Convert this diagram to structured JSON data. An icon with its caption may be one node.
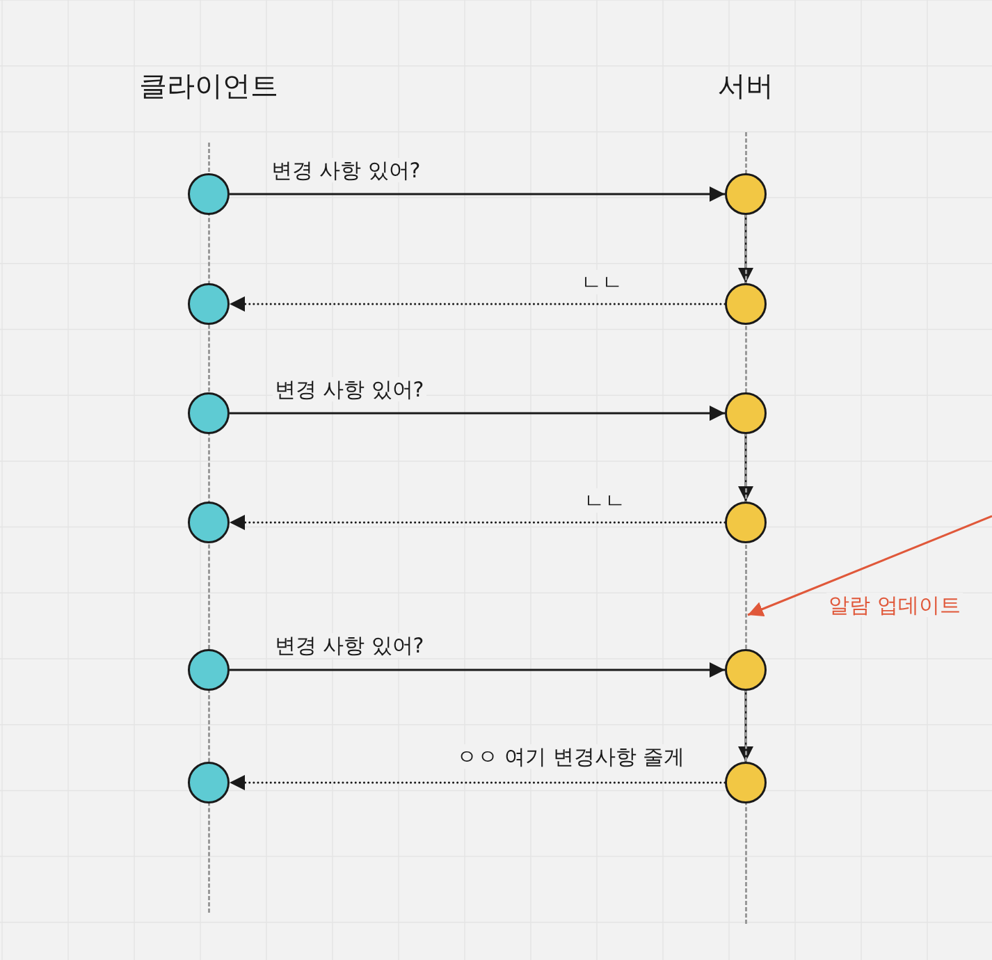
{
  "diagram": {
    "nodes": [
      {
        "text": [],
        "shape": "line"
      },
      {
        "text": [],
        "shape": "line"
      },
      {
        "text": [],
        "shape": "circle"
      },
      {
        "text": [],
        "shape": "circle"
      },
      {
        "text": [],
        "shape": "circle"
      },
      {
        "text": [],
        "shape": "circle"
      },
      {
        "text": [],
        "shape": "circle"
      },
      {
        "text": [],
        "shape": "circle"
      },
      {
        "text": [],
        "shape": "circle"
      },
      {
        "text": [],
        "shape": "circle"
      },
      {
        "text": [],
        "shape": "circle"
      },
      {
        "text": [],
        "shape": "circle"
      },
      {
        "text": [],
        "shape": "circle"
      },
      {
        "text": [],
        "shape": "circle"
      }
    ],
    "edges": [
      {
        "from": 2,
        "to": 3,
        "arrow": "to",
        "label": "변경 사항 있어?"
      },
      {
        "from": 3,
        "to": 5,
        "arrow": "to"
      },
      {
        "from": 5,
        "to": 4,
        "arrow": "to",
        "label": "ㄴㄴ",
        "style": "dashed"
      },
      {
        "from": 6,
        "to": 7,
        "arrow": "to",
        "label": "변경 사항 있어?"
      },
      {
        "from": 7,
        "to": 9,
        "arrow": "to"
      },
      {
        "from": 9,
        "to": 8,
        "arrow": "to",
        "label": "ㄴㄴ",
        "style": "dashed"
      },
      {
        "from": null,
        "to": 1,
        "arrow": "to",
        "label": "알람 업데이트",
        "color": "#e0583a"
      },
      {
        "from": 10,
        "to": 11,
        "arrow": "to",
        "label": "변경 사항 있어?"
      },
      {
        "from": 11,
        "to": 13,
        "arrow": "to"
      },
      {
        "from": 13,
        "to": 12,
        "arrow": "to",
        "label": "ㅇㅇ 여기 변경사항 줄게",
        "style": "dashed"
      }
    ],
    "labels": [
      "클라이언트",
      "서버"
    ]
  }
}
